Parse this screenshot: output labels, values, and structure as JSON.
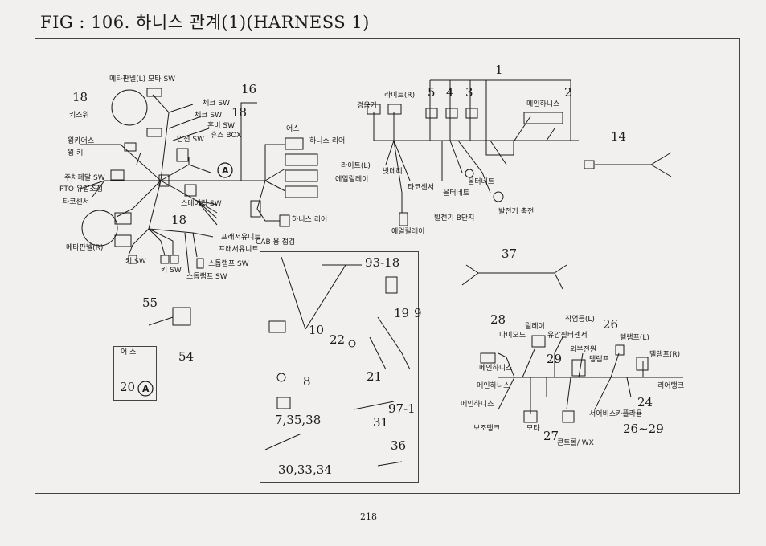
{
  "title": "FIG : 106. 하니스 관계(1)(HARNESS 1)",
  "page_number": "218",
  "labels": {
    "meter_panel_l_motor_sw": "메타판넬(L) 모타 SW",
    "check_sw_1": "체크 SW",
    "check_sw_2": "체크 SW",
    "horn_sw": "혼비 SW",
    "fuse_box": "휴즈 BOX",
    "key_switch": "키스위",
    "winker_switch_top": "윙카어스",
    "winker_switch_bottom": "윙    키",
    "safety_sw": "안전 SW",
    "park_pedal_sw": "주차페달 SW",
    "pto_oil_adj": "PTO 유압조정",
    "tachosensor_left": "타코센서",
    "steering_sw": "스테어링 SW",
    "meter_panel_r": "메타판넬(R)",
    "key_sw_1": "키 SW",
    "key_sw_2": "키 SW",
    "stop_lamp_sw_1": "스톱램프 SW",
    "stop_lamp_sw_2": "스톱램프 SW",
    "frame_unit_1": "프래서유니트",
    "frame_unit_2": "프래서유니트",
    "cab_check": "CAB 용 점검",
    "earth_top": "어스",
    "harness_rear_1": "하니스 리어",
    "harness_rear_2": "하니스 리어",
    "horn": "경음기",
    "light_r": "라이트(R)",
    "main_harness_top": "메인하니스",
    "light_l": "라이트(L)",
    "battery": "밧데리",
    "air_relay_1": "에얼릴레이",
    "tachosensor_mid": "타코센서",
    "alternator_1": "올터네트",
    "alternator_2": "올터네트",
    "gen_b_terminal": "발전기 B단지",
    "gen_charge": "발전기 충전",
    "air_relay_2": "에얼릴레이",
    "relay": "릴레이",
    "diode": "다이오드",
    "oil_filter_sensor": "유압휠터센서",
    "work_light_l": "작업등(L)",
    "ext_power": "외부전원",
    "tail_lamp_l": "텔램프(L)",
    "tail_lamp_r": "텔램프(R)",
    "tank": "탱램프",
    "main_harness_1": "메인하니스",
    "main_harness_2": "메인하니스",
    "main_harness_3": "메인하니스",
    "rear_tank": "리어탱크",
    "aux_tank": "보조탱크",
    "motor": "모타",
    "service_coupler": "서어비스카플라용",
    "control_wx": "콘트롤/ WX",
    "earth_box": "어 스"
  },
  "part_numbers": {
    "p1": "1",
    "p2": "2",
    "p3": "3",
    "p4": "4",
    "p5": "5",
    "p7_35_38": "7,35,38",
    "p8": "8",
    "p9": "9",
    "p10": "10",
    "p14": "14",
    "p16": "16",
    "p18a": "18",
    "p18b": "18",
    "p18c": "18",
    "p19": "19",
    "p20": "20",
    "p21": "21",
    "p22": "22",
    "p24": "24",
    "p26": "26",
    "p26_29": "26~29",
    "p27": "27",
    "p28": "28",
    "p29": "29",
    "p30_33_34": "30,33,34",
    "p31": "31",
    "p36": "36",
    "p37": "37",
    "p54": "54",
    "p55": "55",
    "p93_18": "93-18",
    "p97_1": "97-1",
    "circle_a": "A"
  },
  "colors": {
    "ink": "#1a1a1a",
    "paper": "#f1f0ee",
    "frame": "#444444"
  }
}
